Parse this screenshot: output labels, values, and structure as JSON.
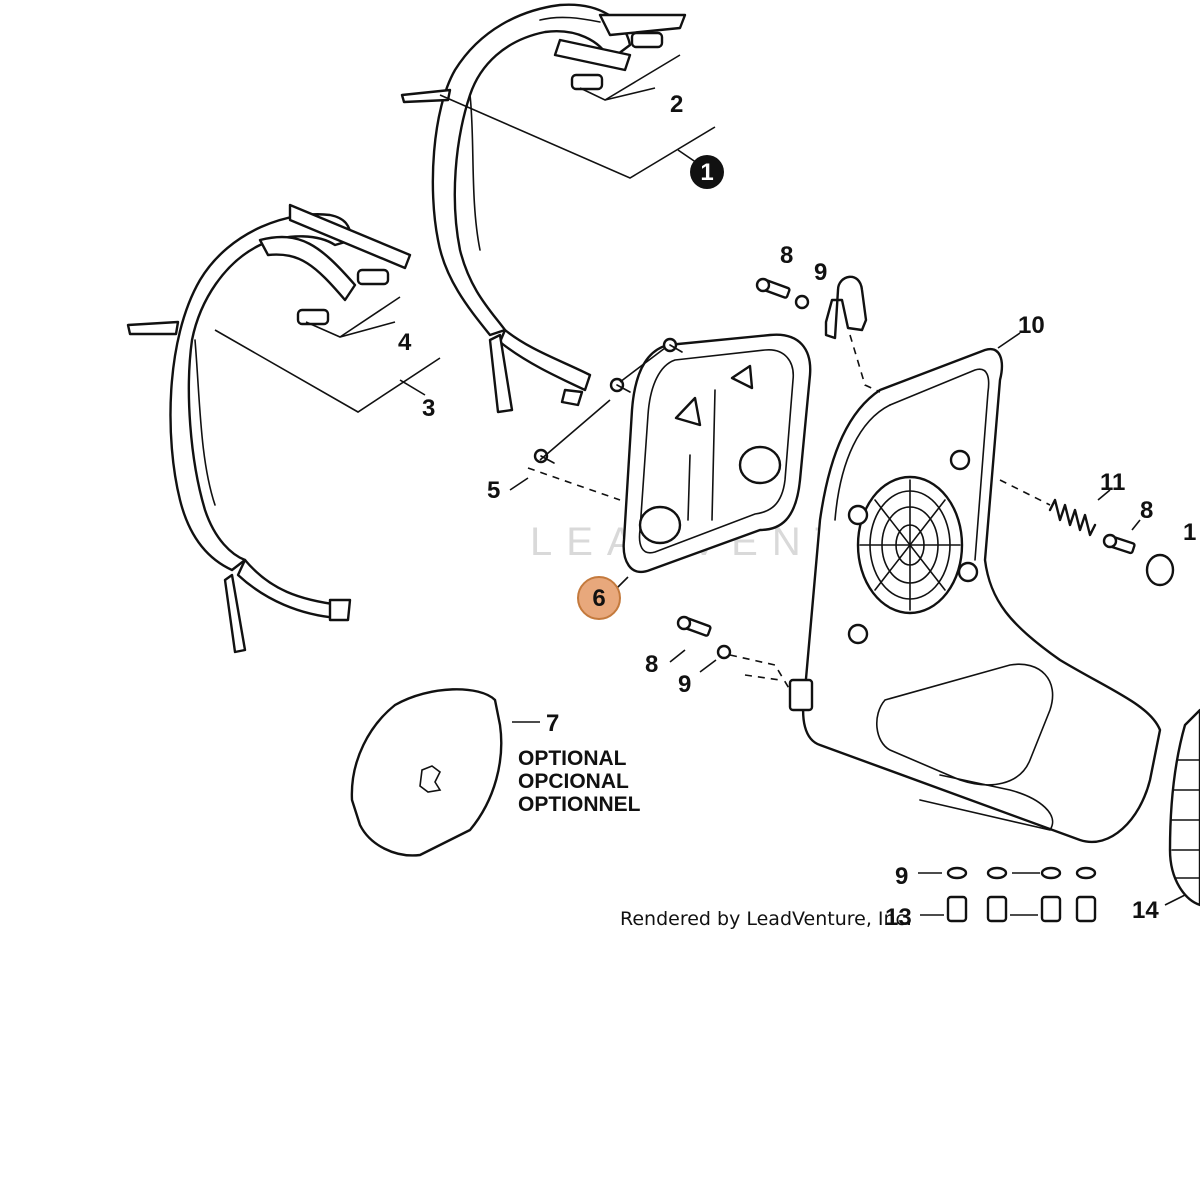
{
  "diagram": {
    "callouts": {
      "c1": "1",
      "c2": "2",
      "c3": "3",
      "c4": "4",
      "c5": "5",
      "c6": "6",
      "c7": "7",
      "c8a": "8",
      "c8b": "8",
      "c8c": "8",
      "c9a": "9",
      "c9b": "9",
      "c9c": "9",
      "c10": "10",
      "c11": "11",
      "c12": "1",
      "c13": "13",
      "c14": "14"
    },
    "optional_notes": [
      "OPTIONAL",
      "OPCIONAL",
      "OPTIONNEL"
    ],
    "watermark": "LEADVENTURE",
    "credit": "Rendered by LeadVenture, Inc.",
    "highlight_color": "#e8a87c",
    "highlight_stroke": "#c47a3d"
  }
}
